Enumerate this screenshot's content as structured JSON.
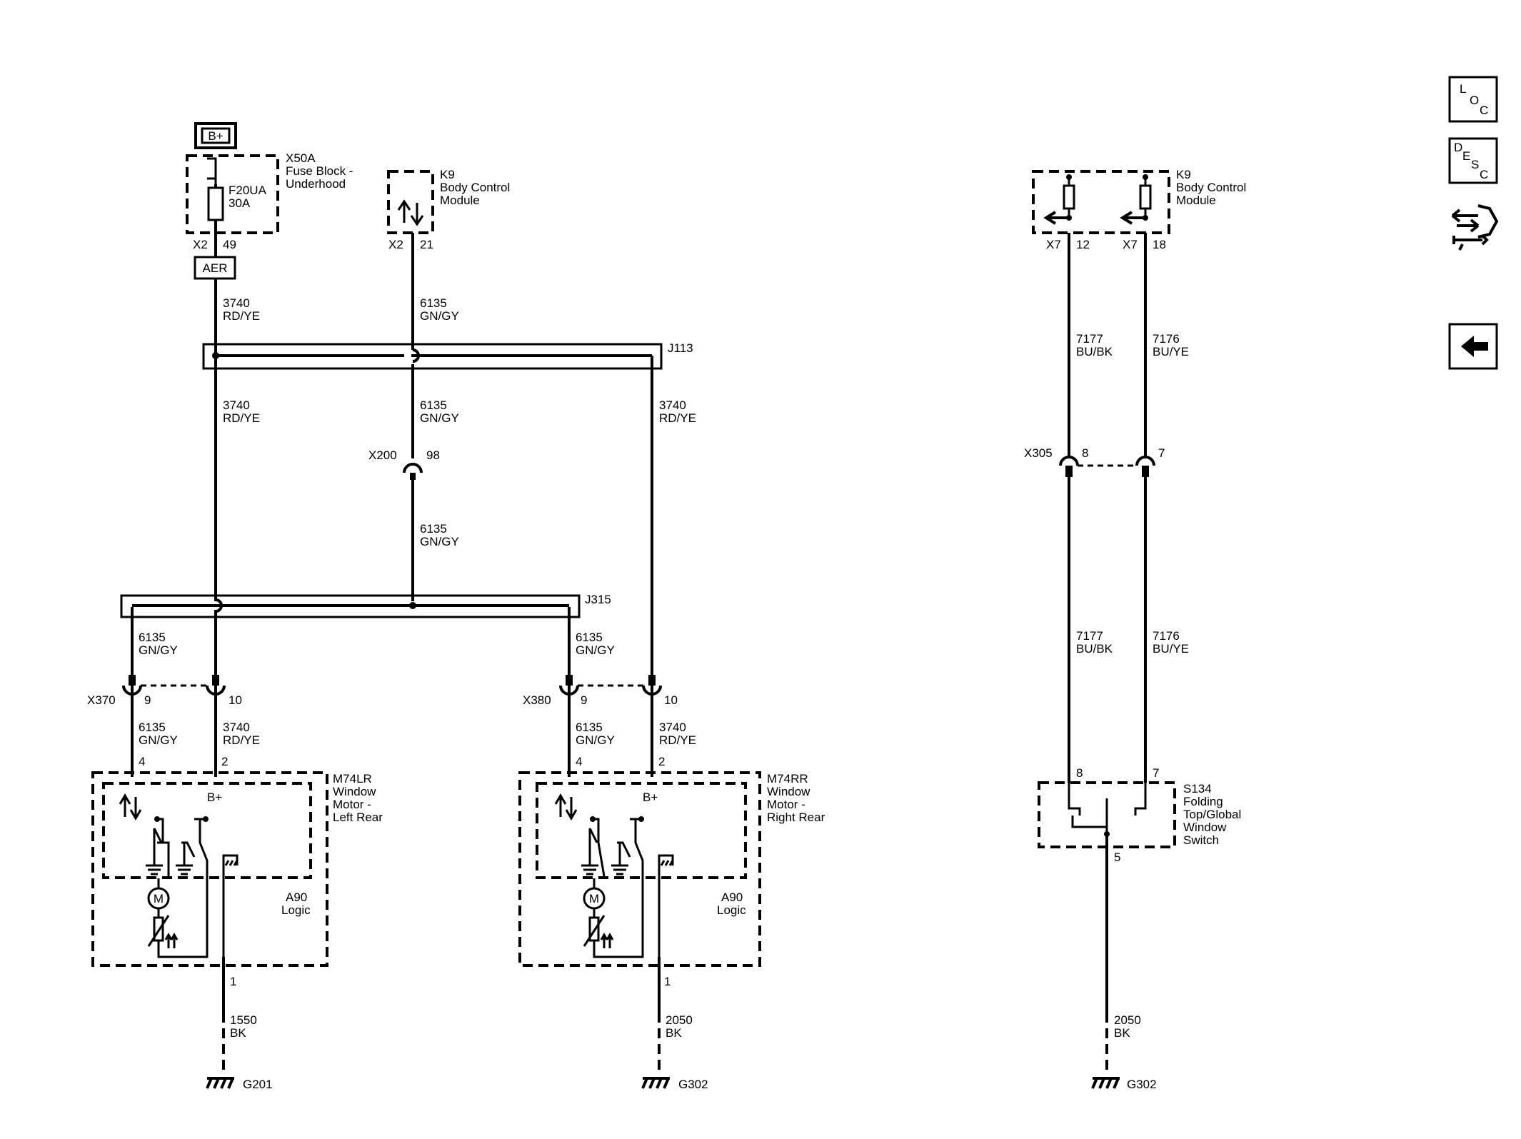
{
  "power": {
    "label": "B+"
  },
  "fuse_block": {
    "id": "X50A",
    "name_1": "Fuse Block -",
    "name_2": "Underhood",
    "fuse_id": "F20UA",
    "fuse_rating": "30A",
    "connector": "X2",
    "pin": "49"
  },
  "aer": {
    "label": "AER"
  },
  "bcm_left": {
    "id": "K9",
    "name_1": "Body Control",
    "name_2": "Module",
    "connector": "X2",
    "pin": "21"
  },
  "bcm_right": {
    "id": "K9",
    "name_1": "Body Control",
    "name_2": "Module",
    "connector_a": "X7",
    "pin_a": "12",
    "connector_b": "X7",
    "pin_b": "18"
  },
  "wire_3740": {
    "circuit": "3740",
    "color": "RD/YE"
  },
  "wire_6135": {
    "circuit": "6135",
    "color": "GN/GY"
  },
  "wire_7177": {
    "circuit": "7177",
    "color": "BU/BK"
  },
  "wire_7176": {
    "circuit": "7176",
    "color": "BU/YE"
  },
  "wire_1550": {
    "circuit": "1550",
    "color": "BK"
  },
  "wire_2050": {
    "circuit": "2050",
    "color": "BK"
  },
  "splice_j113": {
    "label": "J113"
  },
  "splice_j315": {
    "label": "J315"
  },
  "x200": {
    "label": "X200",
    "pin": "98"
  },
  "x305": {
    "label": "X305",
    "pin_a": "8",
    "pin_b": "7"
  },
  "x370": {
    "label": "X370",
    "pin_a": "9",
    "pin_b": "10"
  },
  "x380": {
    "label": "X380",
    "pin_a": "9",
    "pin_b": "10"
  },
  "motor_lr": {
    "id": "M74LR",
    "name_1": "Window",
    "name_2": "Motor -",
    "name_3": "Left Rear",
    "logic_1": "A90",
    "logic_2": "Logic",
    "bplus": "B+",
    "motor": "M",
    "pin_4": "4",
    "pin_2": "2",
    "pin_1": "1"
  },
  "motor_rr": {
    "id": "M74RR",
    "name_1": "Window",
    "name_2": "Motor -",
    "name_3": "Right Rear",
    "logic_1": "A90",
    "logic_2": "Logic",
    "bplus": "B+",
    "motor": "M",
    "pin_4": "4",
    "pin_2": "2",
    "pin_1": "1"
  },
  "switch_s134": {
    "id": "S134",
    "name_1": "Folding",
    "name_2": "Top/Global",
    "name_3": "Window",
    "name_4": "Switch",
    "pin_8": "8",
    "pin_7": "7",
    "pin_5": "5"
  },
  "ground_g201": {
    "label": "G201"
  },
  "ground_g302_a": {
    "label": "G302"
  },
  "ground_g302_b": {
    "label": "G302"
  },
  "nav": {
    "loc": {
      "l1": "L",
      "l2": "O",
      "l3": "C"
    },
    "desc": {
      "l1": "D",
      "l2": "E",
      "l3": "S",
      "l4": "C"
    }
  }
}
